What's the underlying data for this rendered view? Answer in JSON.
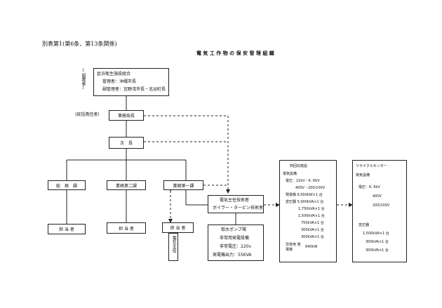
{
  "header": {
    "ref": "別表第1(第6条、第13条関係)",
    "title": "電 気 工 作 物 の 保 安 管 理 組 織"
  },
  "org": {
    "setter_label": "(設置者)",
    "union": {
      "name": "倉浜衛生施設組合",
      "manager": "管理者：沖縄市長",
      "deputy": "副管理者：宜野湾市長・北谷町長"
    },
    "responsible_label": "(統括責任者)",
    "director": "事務局長",
    "vice": "次　長",
    "dept_general": "総　務　課",
    "dept_2": "業務第二課",
    "dept_1": "業務第一課",
    "staff_general": "担 当 者",
    "staff_2": "担 当 者",
    "staff_1": "担 当 者",
    "elec_vertical": "電気主任",
    "chief_engineer": "電気主任技術者",
    "boiler_engineer": "ボイラー・タービン技術者"
  },
  "pump": {
    "title": "取水ポンプ場",
    "line1": "非常用発電設備",
    "line2": "非常電圧：220v",
    "line3": "発電機出力：55KVA"
  },
  "heat_facility": {
    "title": "熱回収施設",
    "section": "電気設備",
    "lines": [
      "電圧：22kV・6. 6kV",
      "400V・200/100V",
      "発電機 6,000kW×1 台",
      "変圧器 5,000kVA×1 台",
      "1,750kVA×1 台",
      "1,500kVA×1 台",
      "750kVA×1 台",
      "300kVA×1 台",
      "300kVA×1 台"
    ],
    "emergency_label": "非常用 発電機",
    "emergency_value": "640kW"
  },
  "recycle_center": {
    "title": "リサイクルセンター",
    "section": "電気設備",
    "voltage_label": "電圧：6. 6kV",
    "v2": "400V",
    "v3": "200/100V",
    "transformer_label": "変圧器",
    "t1": "1,500kVA×1 台",
    "t2": "300kVA×1 台",
    "t3": "300kVA×1 台"
  }
}
